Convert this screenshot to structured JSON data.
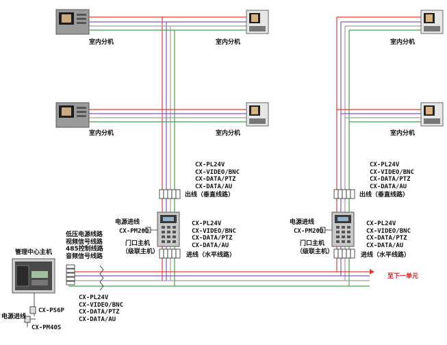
{
  "labels": {
    "indoor_unit": "室内分机",
    "cable_list": [
      "CX-PL24V",
      "CX-VIDEO/BNC",
      "CX-DATA/PTZ",
      "CX-DATA/AU"
    ],
    "out_vertical": "出线（垂直线路）",
    "out_horizontal": "进线（水平线路）",
    "power_in": "电源进线",
    "pm20d": "CX-PM20D",
    "door_host_line1": "门口主机",
    "door_host_line2": "（级联主机）",
    "mgmt_host": "管理中心主机",
    "low_voltage_lines": [
      "低压电源线路",
      "视频信号线路",
      "485控制线路",
      "音频信号线路"
    ],
    "ps6p": "CX-PS6P",
    "pm40s": "CX-PM40S",
    "next_unit": "至下一单元"
  },
  "colors": {
    "power_wire": "#e53935",
    "video_wire": "#7e57c2",
    "data_wire": "#9e9e9e",
    "audio_wire": "#43a047",
    "accent_text": "#e02020"
  },
  "icons": {
    "indoor_monitor": "video-intercom-monitor-icon",
    "door_station": "door-station-panel-icon",
    "management_console": "management-console-icon",
    "terminal_block": "terminal-block-icon",
    "power_adapter": "power-adapter-icon"
  }
}
